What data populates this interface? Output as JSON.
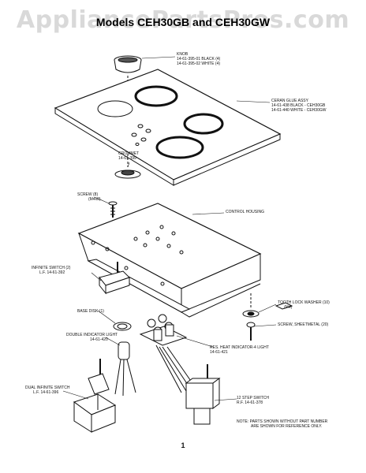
{
  "watermark": "AppliancePartsPros.com",
  "title": "Models CEH30GB and CEH30GW",
  "parts": {
    "knob": {
      "name": "KNOB",
      "line1": "14-61-395-01 BLACK (4)",
      "line2": "14-61-395-02 WHITE (4)"
    },
    "ceran": {
      "name": "CERAN GLUE ASSY",
      "line1": "14-61-438 BLACK - CEH30GB",
      "line2": "14-61-440 WHITE - CEH30GW"
    },
    "grommet": {
      "name": "GROMMET",
      "line1": "14-61-399"
    },
    "screw": {
      "name": "SCREW (8)",
      "line1": "(M4x8)"
    },
    "control_housing": {
      "name": "CONTROL HOUSING"
    },
    "infinite_switch": {
      "name": "INFINITE SWITCH (2)",
      "line1": "L.F.  14-61-392"
    },
    "base_disk": {
      "name": "BASE DISK (1)"
    },
    "double_indicator": {
      "name": "DOUBLE INDICATOR LIGHT",
      "line1": "14-61-420"
    },
    "res_heat": {
      "name": "RES. HEAT INDICATOR-4 LIGHT",
      "line1": "14-61-421"
    },
    "tooth_washer": {
      "name": "TOOTH LOCK WASHER (10)",
      "line1": "(M4)"
    },
    "screw_sheetmetal": {
      "name": "SCREW, SHEETMETAL (20)"
    },
    "dual_infinite": {
      "name": "DUAL INFINITE SWITCH",
      "line1": "L.F.  14-61-396"
    },
    "step_switch": {
      "name": "12 STEP SWITCH",
      "line1": "R.F.  14-61-378"
    }
  },
  "note_line1": "NOTE: PARTS SHOWN WITHOUT PART NUMBER",
  "note_line2": "ARE SHOWN FOR REFERENCE ONLY.",
  "page_number": "1"
}
